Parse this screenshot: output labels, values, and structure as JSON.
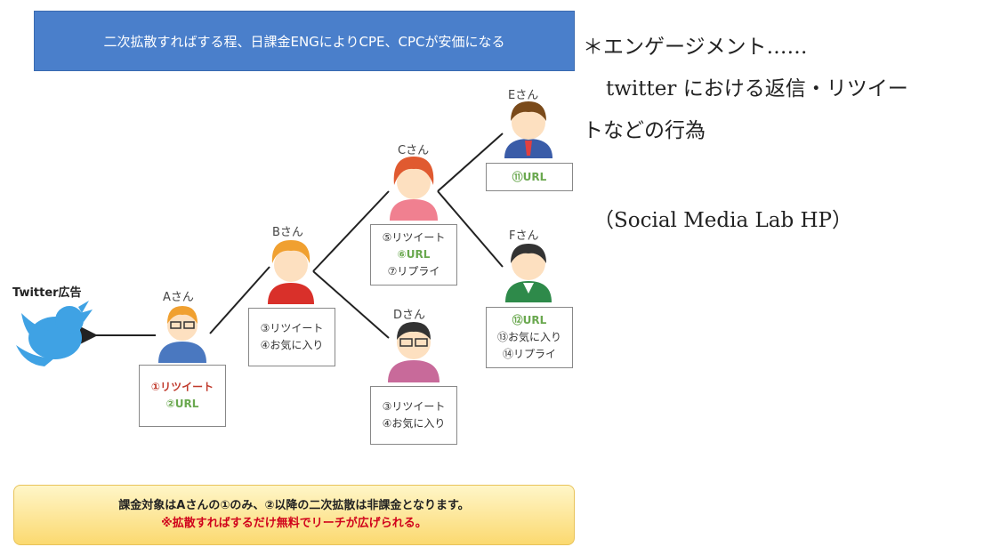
{
  "header": {
    "text": "二次拡散すればする程、日課金ENGによりCPE、CPCが安価になる"
  },
  "note": {
    "line1": "＊エンゲージメント……",
    "line2": "twitter における返信・リツイー",
    "line3": "トなどの行為",
    "source": "（Social Media Lab HP）"
  },
  "twitter": {
    "label": "Twitter広告"
  },
  "nodes": {
    "a": {
      "name": "Aさん",
      "actions": [
        "①リツイート",
        "②URL"
      ]
    },
    "b": {
      "name": "Bさん",
      "actions": [
        "③リツイート",
        "④お気に入り"
      ]
    },
    "c": {
      "name": "Cさん",
      "actions": [
        "⑤リツイート",
        "⑥URL",
        "⑦リプライ"
      ]
    },
    "d": {
      "name": "Dさん",
      "actions": [
        "③リツイート",
        "④お気に入り"
      ]
    },
    "e": {
      "name": "Eさん",
      "actions": [
        "⑪URL"
      ]
    },
    "f": {
      "name": "Fさん",
      "actions": [
        "⑫URL",
        "⑬お気に入り",
        "⑭リプライ"
      ]
    }
  },
  "footer": {
    "line1": "課金対象はAさんの①のみ、②以降の二次拡散は非課金となります。",
    "line2": "※拡散すればするだけ無料でリーチが広げられる。"
  },
  "colors": {
    "header_bg": "#4a7fcb",
    "twitter_blue": "#3fa2e4",
    "footer_bg": "#fbd970"
  }
}
